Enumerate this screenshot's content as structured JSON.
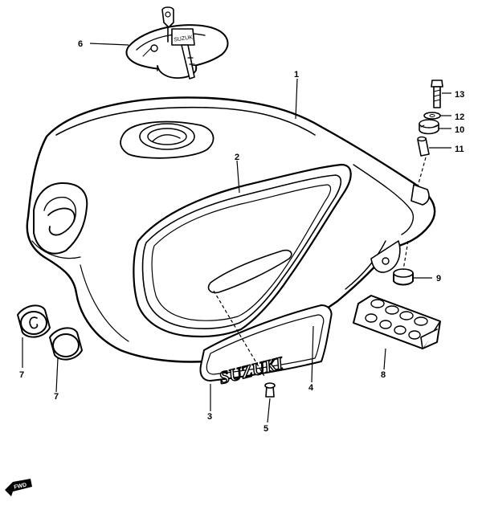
{
  "callouts": {
    "p1": "1",
    "p2": "2",
    "p3": "3",
    "p4": "4",
    "p5": "5",
    "p6": "6",
    "p7a": "7",
    "p7b": "7",
    "p8": "8",
    "p9": "9",
    "p10": "10",
    "p11": "11",
    "p12": "12",
    "p13": "13"
  },
  "emblem": {
    "text": "SUZUKI"
  },
  "key_tag": "SUZUKI",
  "direction_badge": "FWD"
}
